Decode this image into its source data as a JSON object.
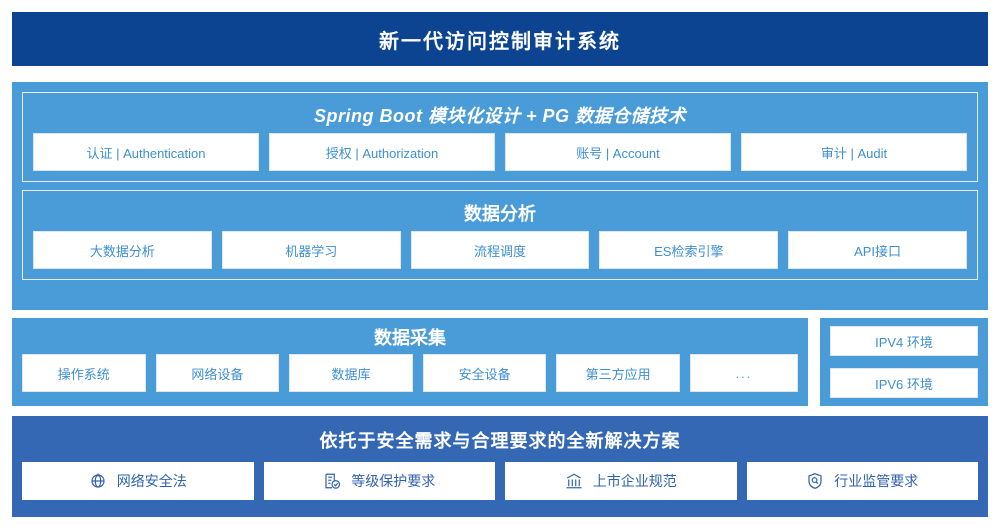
{
  "header": {
    "title": "新一代访问控制审计系统",
    "bg_color": "#0c4491"
  },
  "colors": {
    "panel_blue": "#4a9cd9",
    "bottom_blue": "#3568b4",
    "chip_text": "#3d8fd0",
    "bottom_chip_text": "#2f62ad",
    "chip_bg": "#ffffff"
  },
  "sections": {
    "platform": {
      "title": "Spring Boot 模块化设计 + PG 数据仓储技术",
      "chips": [
        {
          "label": "认证 | Authentication"
        },
        {
          "label": "授权 | Authorization"
        },
        {
          "label": "账号 | Account"
        },
        {
          "label": "审计 | Audit"
        }
      ]
    },
    "analysis": {
      "title": "数据分析",
      "chips": [
        {
          "label": "大数据分析"
        },
        {
          "label": "机器学习"
        },
        {
          "label": "流程调度"
        },
        {
          "label": "ES检索引擎"
        },
        {
          "label": "API接口"
        }
      ]
    },
    "collection": {
      "title": "数据采集",
      "chips": [
        {
          "label": "操作系统"
        },
        {
          "label": "网络设备"
        },
        {
          "label": "数据库"
        },
        {
          "label": "安全设备"
        },
        {
          "label": "第三方应用"
        },
        {
          "label": "..."
        }
      ]
    },
    "environment": {
      "chips": [
        {
          "label": "IPV4 环境"
        },
        {
          "label": "IPV6 环境"
        }
      ]
    },
    "compliance": {
      "title": "依托于安全需求与合理要求的全新解决方案",
      "chips": [
        {
          "label": "网络安全法",
          "icon": "globe-icon"
        },
        {
          "label": "等级保护要求",
          "icon": "document-check-icon"
        },
        {
          "label": "上市企业规范",
          "icon": "bank-icon"
        },
        {
          "label": "行业监管要求",
          "icon": "shield-search-icon"
        }
      ]
    }
  }
}
